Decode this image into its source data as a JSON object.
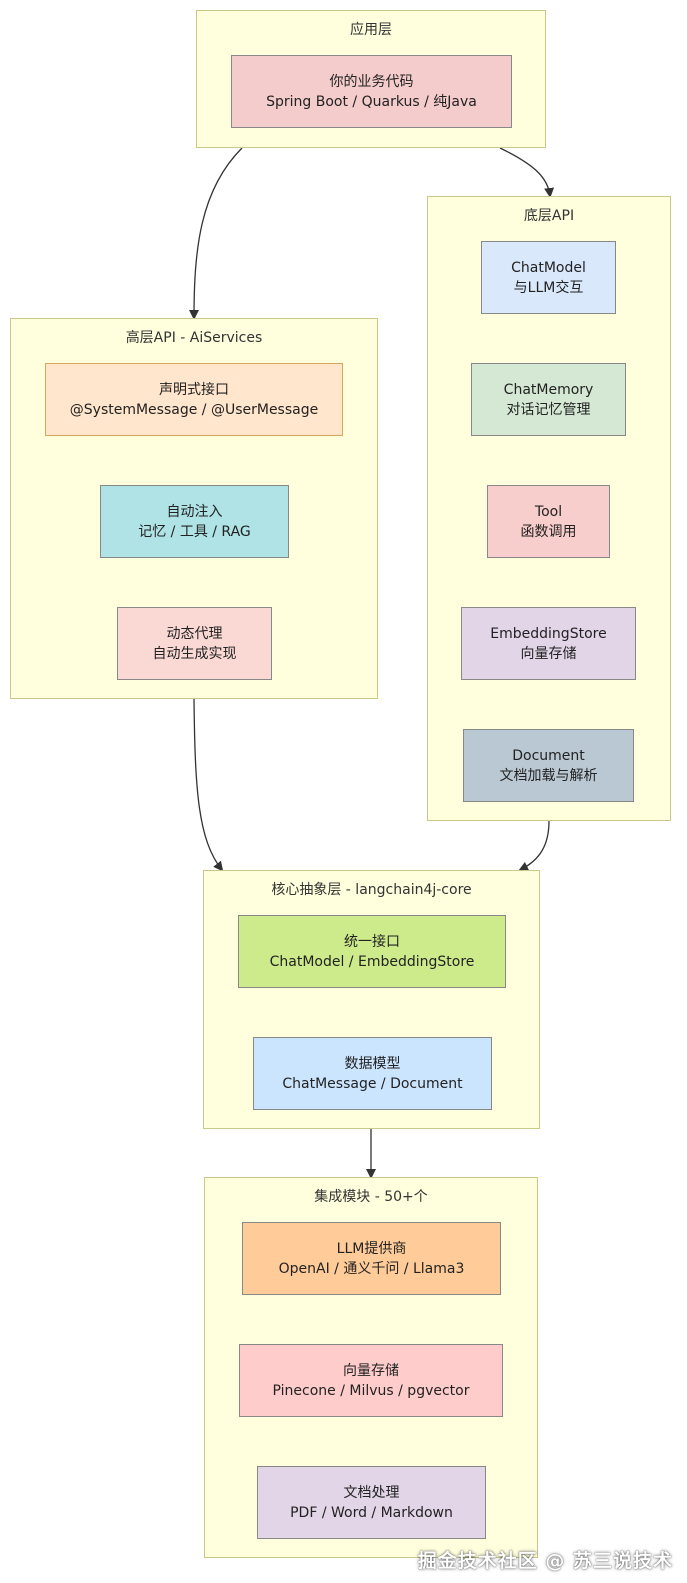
{
  "groups": {
    "app": {
      "title": "应用层"
    },
    "low": {
      "title": "底层API"
    },
    "high": {
      "title": "高层API - AiServices"
    },
    "core": {
      "title": "核心抽象层 - langchain4j-core"
    },
    "integ": {
      "title": "集成模块 - 50+个"
    }
  },
  "nodes": {
    "biz": {
      "line1": "你的业务代码",
      "line2": "Spring Boot / Quarkus / 纯Java"
    },
    "chatmodel": {
      "line1": "ChatModel",
      "line2": "与LLM交互"
    },
    "chatmemory": {
      "line1": "ChatMemory",
      "line2": "对话记忆管理"
    },
    "tool": {
      "line1": "Tool",
      "line2": "函数调用"
    },
    "embedding": {
      "line1": "EmbeddingStore",
      "line2": "向量存储"
    },
    "document": {
      "line1": "Document",
      "line2": "文档加载与解析"
    },
    "declarative": {
      "line1": "声明式接口",
      "line2": "@SystemMessage / @UserMessage"
    },
    "autoinject": {
      "line1": "自动注入",
      "line2": "记忆 / 工具 / RAG"
    },
    "proxy": {
      "line1": "动态代理",
      "line2": "自动生成实现"
    },
    "unified": {
      "line1": "统一接口",
      "line2": "ChatModel / EmbeddingStore"
    },
    "datamodel": {
      "line1": "数据模型",
      "line2": "ChatMessage / Document"
    },
    "llm": {
      "line1": "LLM提供商",
      "line2": "OpenAI / 通义千问 / Llama3"
    },
    "vector": {
      "line1": "向量存储",
      "line2": "Pinecone / Milvus / pgvector"
    },
    "docproc": {
      "line1": "文档处理",
      "line2": "PDF / Word / Markdown"
    }
  },
  "colors": {
    "group_bg": "#ffffde",
    "group_border": "#c9c98a",
    "biz": "#f5cccc",
    "chatmodel": "#dae8fc",
    "chatmemory": "#d5e8d4",
    "tool": "#f8cecc",
    "embedding": "#e1d5e7",
    "document": "#bac8d3",
    "declarative": "#ffe6cc",
    "autoinject": "#b0e3e6",
    "proxy": "#fad9d5",
    "unified": "#cdeb8b",
    "datamodel": "#cce5ff",
    "llm": "#ffcc99",
    "vector": "#ffcccc",
    "docproc": "#e1d5e7",
    "edge": "#333333"
  },
  "watermark": "掘金技术社区 @ 苏三说技术"
}
